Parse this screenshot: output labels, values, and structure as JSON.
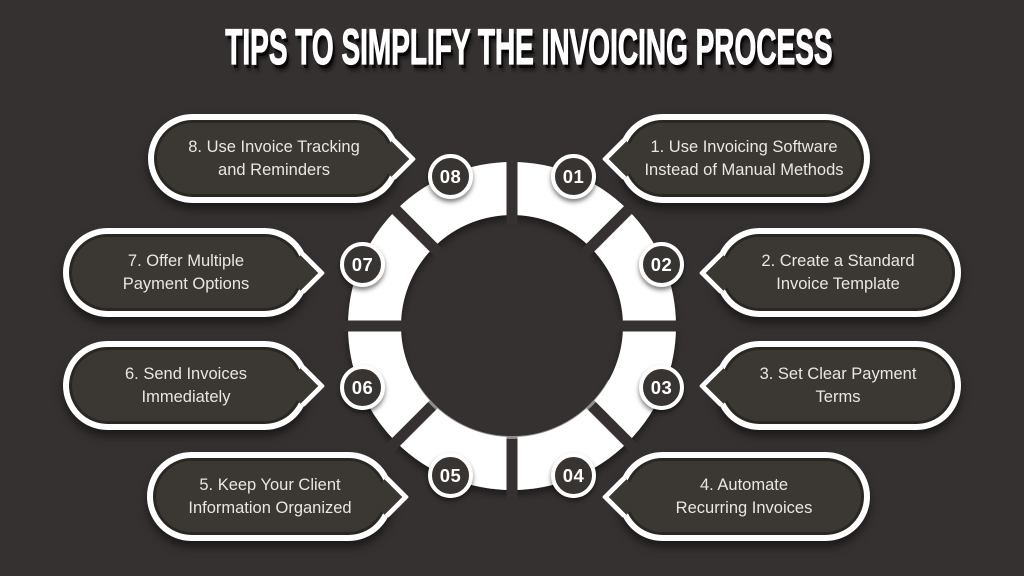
{
  "title": "TIPS TO SIMPLIFY THE INVOICING PROCESS",
  "colors": {
    "background": "#353130",
    "pill_fill": "#3B3733",
    "outline": "#FFFFFF",
    "body_text": "#E9E7E3",
    "badge_text": "#FFFFFF"
  },
  "tips": [
    {
      "number": "01",
      "label": "1. Use Invoicing Software\nInstead of Manual Methods"
    },
    {
      "number": "02",
      "label": "2. Create a Standard\nInvoice Template"
    },
    {
      "number": "03",
      "label": "3. Set Clear Payment\nTerms"
    },
    {
      "number": "04",
      "label": "4. Automate\nRecurring Invoices"
    },
    {
      "number": "05",
      "label": "5. Keep Your Client\nInformation Organized"
    },
    {
      "number": "06",
      "label": "6. Send Invoices\nImmediately"
    },
    {
      "number": "07",
      "label": "7. Offer Multiple\nPayment Options"
    },
    {
      "number": "08",
      "label": "8. Use Invoice Tracking\nand Reminders"
    }
  ]
}
